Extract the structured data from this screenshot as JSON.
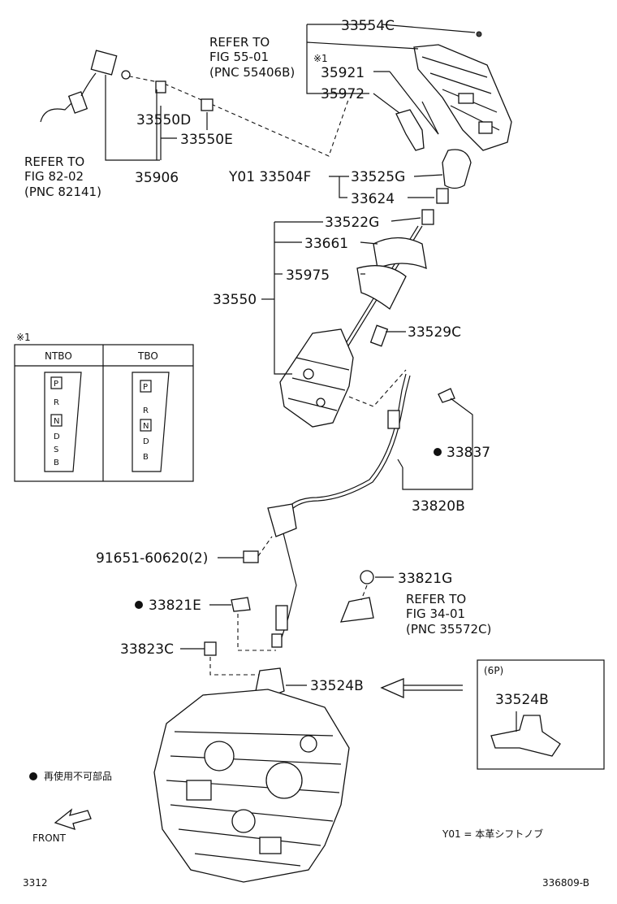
{
  "refs": {
    "fig5501": [
      "REFER TO",
      "FIG 55-01",
      "(PNC 55406B)"
    ],
    "fig8202": [
      "REFER TO",
      "FIG 82-02",
      "(PNC 82141)"
    ],
    "fig3401": [
      "REFER TO",
      "FIG 34-01",
      "(PNC 35572C)"
    ]
  },
  "parts": {
    "p33554C": "33554C",
    "p35921": "35921",
    "p35972": "35972",
    "p33550D": "33550D",
    "p33550E": "33550E",
    "p35906": "35906",
    "p33504F": "Y01 33504F",
    "p33525G": "33525G",
    "p33624": "33624",
    "p33522G": "33522G",
    "p33661": "33661",
    "p35975": "35975",
    "p33550": "33550",
    "p33529C": "33529C",
    "p33837": "33837",
    "p33820B": "33820B",
    "p91651": "91651-60620(2)",
    "p33821G": "33821G",
    "p33821E": "33821E",
    "p33823C": "33823C",
    "p33524B": "33524B",
    "p33524B_inset": "33524B"
  },
  "note_mark": "※1",
  "inset_table": {
    "mark": "※1",
    "headers": [
      "NTBO",
      "TBO"
    ],
    "ntbo_positions": [
      "P",
      "R",
      "N",
      "D",
      "S",
      "B"
    ],
    "tbo_positions": [
      "P",
      "R",
      "N",
      "D",
      "B"
    ]
  },
  "inset_6p": "(6P)",
  "legend": {
    "dot_note": "再使用不可部品",
    "front": "FRONT",
    "y01_note": "Y01 = 本革シフトノブ"
  },
  "footer": {
    "left": "3312",
    "right": "336809-B"
  }
}
